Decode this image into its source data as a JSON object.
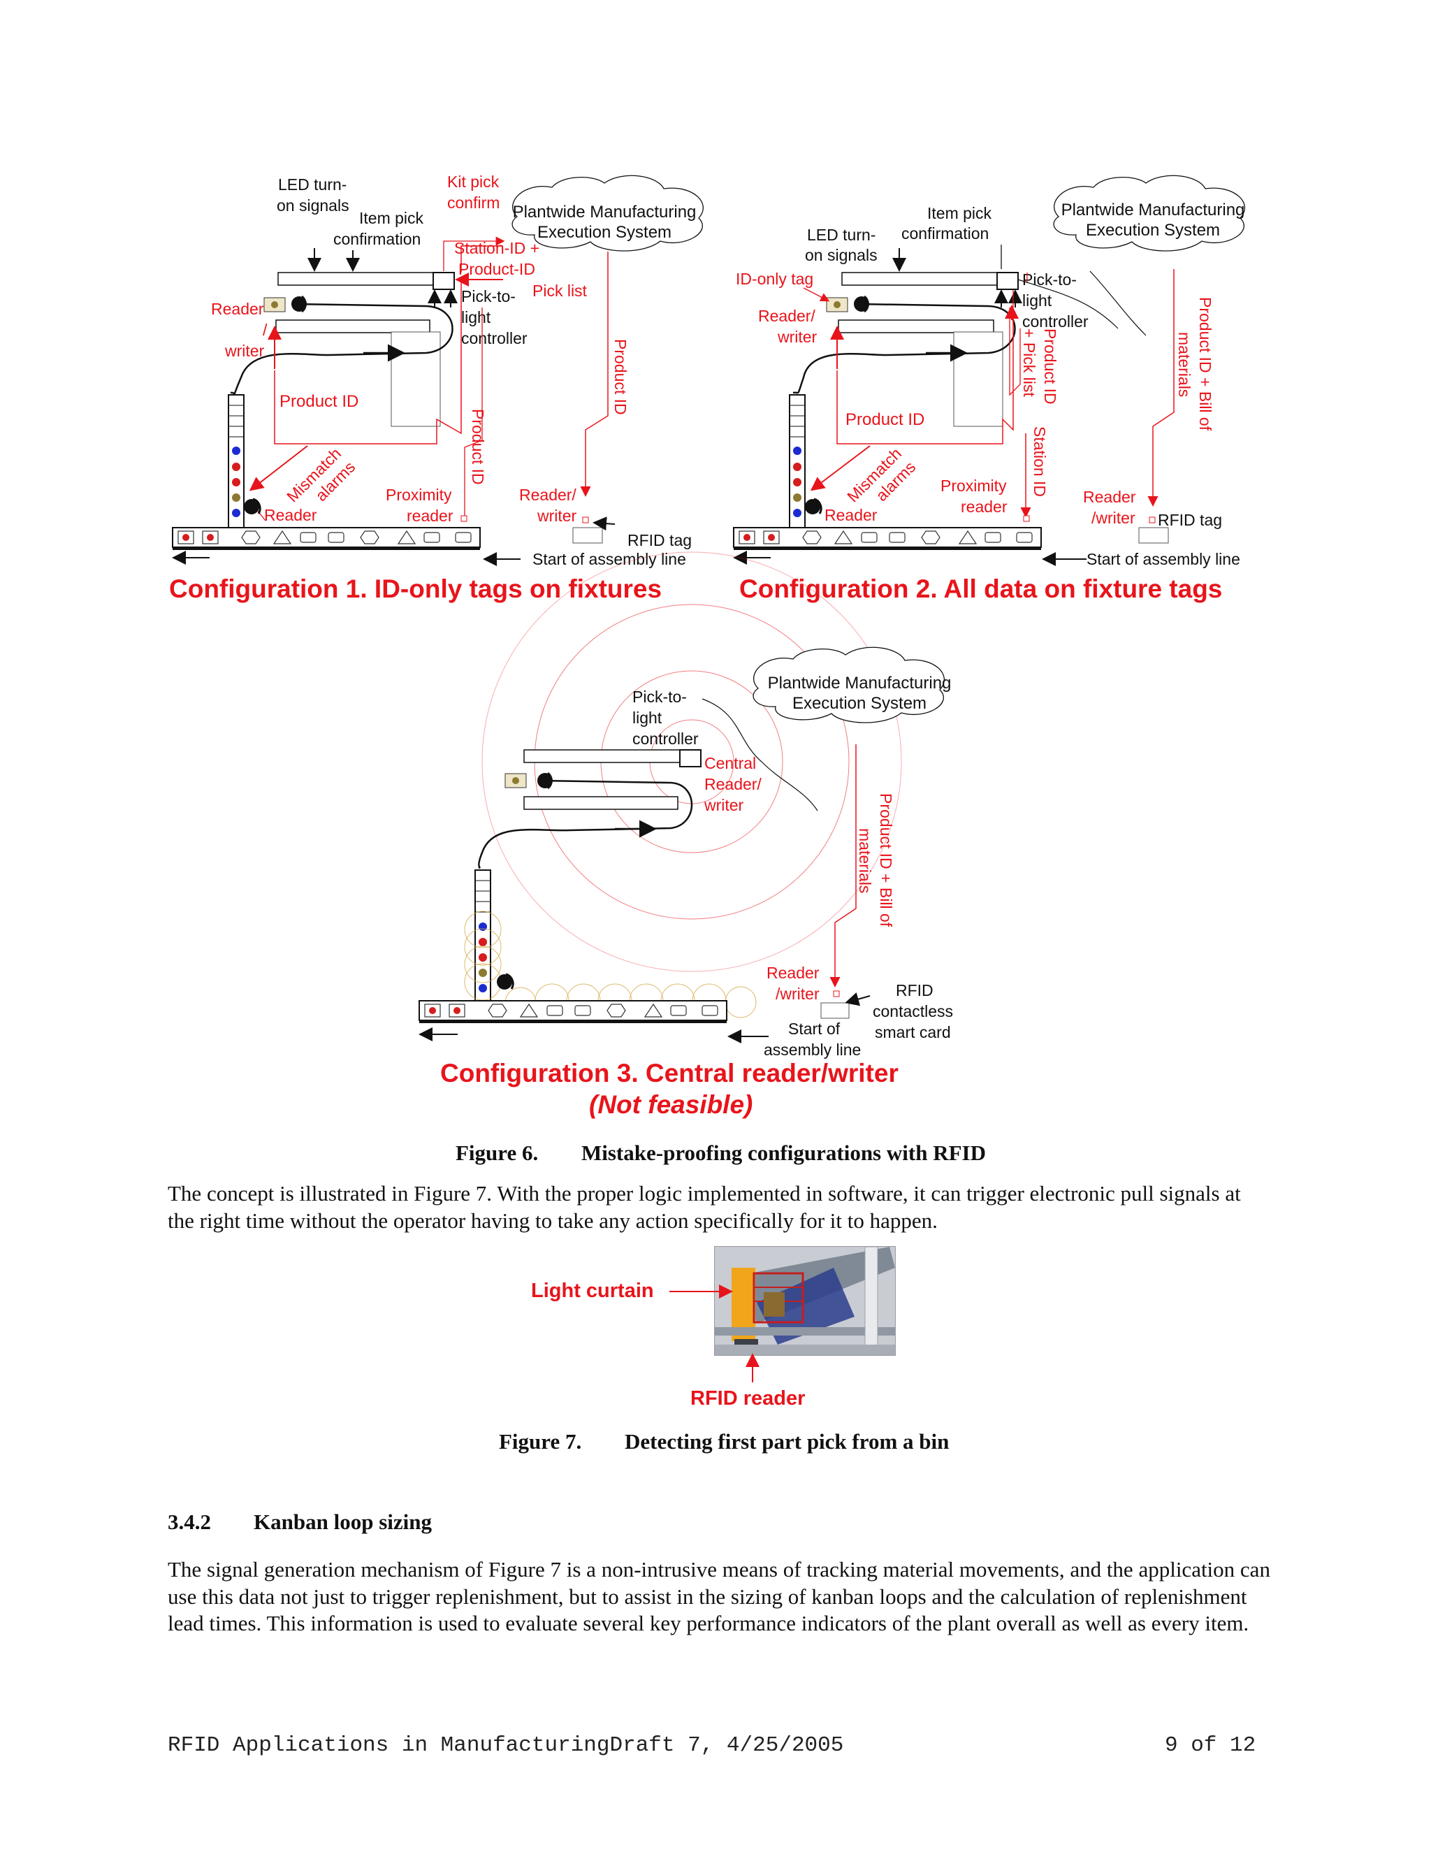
{
  "figure6": {
    "config1": {
      "title": "Configuration 1. ID-only tags on fixtures",
      "labels": {
        "led": "LED turn-\non signals",
        "item_pick": "Item pick\nconfirmation",
        "kit_pick": "Kit pick\nconfirm",
        "station_product": "Station-ID +\nProduct-ID",
        "pick_list": "Pick list",
        "mes": "Plantwide Manufacturing\nExecution System",
        "ptl": "Pick-to-\nlight\ncontroller",
        "reader_writer_left": "Reader\n/\nwriter",
        "product_id": "Product ID",
        "product_id_vertical": "Product ID",
        "product_id_vertical2": "Product ID",
        "mismatch": "Mismatch\nalarms",
        "reader": "Reader",
        "proximity": "Proximity\nreader",
        "reader_writer": "Reader/\nwriter",
        "rfid_tag": "RFID tag",
        "start_line": "Start of assembly line"
      }
    },
    "config2": {
      "title": "Configuration 2. All data on fixture tags",
      "labels": {
        "item_pick": "Item pick\nconfirmation",
        "led": "LED turn-\non signals",
        "id_only": "ID-only tag",
        "mes": "Plantwide Manufacturing\nExecution System",
        "ptl": "Pick-to-\nlight\ncontroller",
        "reader_writer_left": "Reader/\nwriter",
        "product_id": "Product ID",
        "product_pick": "Product ID\n+ Pick list",
        "station_id": "Station ID",
        "bom": "Product ID + Bill of\nmaterials",
        "mismatch": "Mismatch\nalarms",
        "reader": "Reader",
        "proximity": "Proximity\nreader",
        "reader_writer": "Reader\n/writer",
        "rfid_tag": "RFID tag",
        "start_line": "Start of assembly line"
      }
    },
    "config3": {
      "title": "Configuration 3. Central reader/writer",
      "subtitle": "(Not feasible)",
      "labels": {
        "ptl": "Pick-to-\nlight\ncontroller",
        "mes": "Plantwide Manufacturing\nExecution System",
        "central": "Central\nReader/\nwriter",
        "bom": "Product ID + Bill of\nmaterials",
        "reader_writer": "Reader\n/writer",
        "rfid_card": "RFID\ncontactless\nsmart card",
        "start_line": "Start of\nassembly line"
      }
    },
    "caption_num": "Figure 6.",
    "caption_text": "Mistake-proofing configurations with RFID"
  },
  "paragraph1": "The concept is illustrated in Figure 7. With the proper logic implemented in software, it can trigger electronic pull signals at the right time without the operator having to take any action specifically for it to happen.",
  "figure7": {
    "light_curtain": "Light curtain",
    "rfid_reader": "RFID reader",
    "caption_num": "Figure 7.",
    "caption_text": "Detecting first part pick from a bin"
  },
  "section": {
    "number": "3.4.2",
    "title": "Kanban loop sizing"
  },
  "paragraph2": "The signal generation mechanism of Figure 7 is a non-intrusive means of tracking material movements, and the application can use this data not just to trigger replenishment, but to assist in the sizing of kanban loops and the calculation of replenishment lead times. This information is used to evaluate several key performance indicators of the plant overall as well as every item.",
  "footer": {
    "left": "RFID Applications in ManufacturingDraft 7, 4/25/2005",
    "right": "9 of 12"
  },
  "colors": {
    "red": "#e8141b",
    "black": "#111111"
  }
}
